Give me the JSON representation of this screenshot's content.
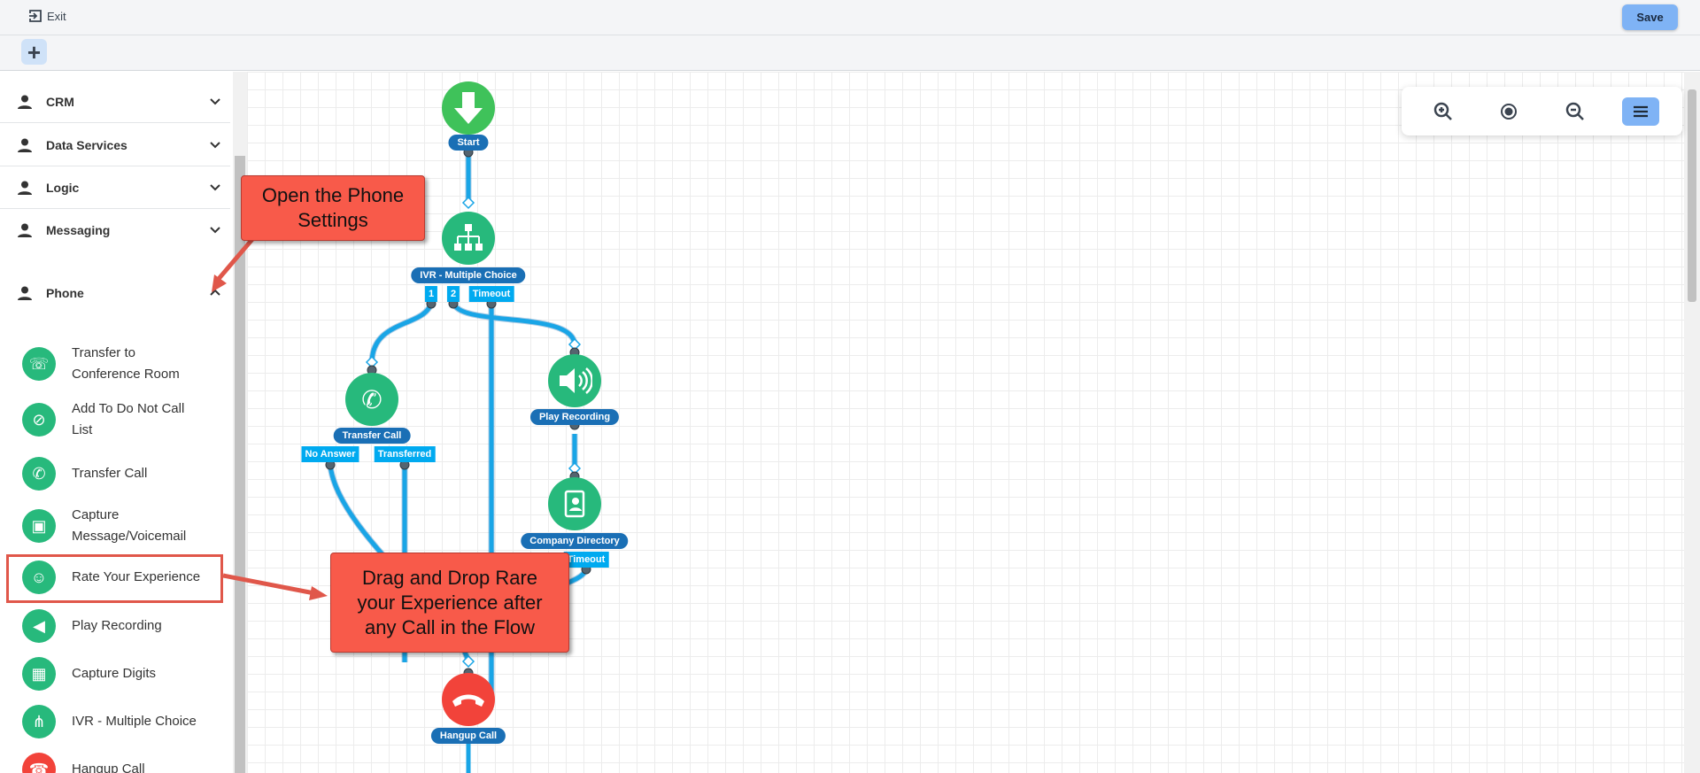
{
  "topbar": {
    "exit_label": "Exit",
    "save_label": "Save"
  },
  "sidebar": {
    "categories": [
      {
        "label": "CRM"
      },
      {
        "label": "Data Services"
      },
      {
        "label": "Logic"
      },
      {
        "label": "Messaging"
      },
      {
        "label": "Phone"
      }
    ],
    "phone_items": [
      {
        "label": "Transfer to Conference Room",
        "icon": "conference-icon"
      },
      {
        "label": "Add To Do Not Call List",
        "icon": "do-not-call-icon"
      },
      {
        "label": "Transfer Call",
        "icon": "transfer-call-icon"
      },
      {
        "label": "Capture Message/Voicemail",
        "icon": "voicemail-icon"
      },
      {
        "label": "Rate Your Experience",
        "icon": "rate-experience-icon"
      },
      {
        "label": "Play Recording",
        "icon": "speaker-icon"
      },
      {
        "label": "Capture Digits",
        "icon": "keypad-icon"
      },
      {
        "label": "IVR - Multiple Choice",
        "icon": "ivr-icon"
      },
      {
        "label": "Hangup Call",
        "icon": "hangup-icon"
      }
    ]
  },
  "flow": {
    "nodes": {
      "start": "Start",
      "ivr": "IVR - Multiple Choice",
      "transfer": "Transfer Call",
      "play": "Play Recording",
      "directory": "Company Directory",
      "hangup": "Hangup Call"
    },
    "ports": {
      "ivr_1": "1",
      "ivr_2": "2",
      "ivr_timeout": "Timeout",
      "no_answer": "No Answer",
      "transferred": "Transferred",
      "dir_timeout": "Timeout"
    }
  },
  "callouts": {
    "phone_settings": "Open the Phone Settings",
    "drag_drop": "Drag and Drop Rare your Experience after any Call in the Flow"
  },
  "colors": {
    "node": "#27b97c",
    "label": "#1a6fb5",
    "port": "#00aaf0",
    "callout": "#f85a4a",
    "hangup": "#f2433a"
  }
}
